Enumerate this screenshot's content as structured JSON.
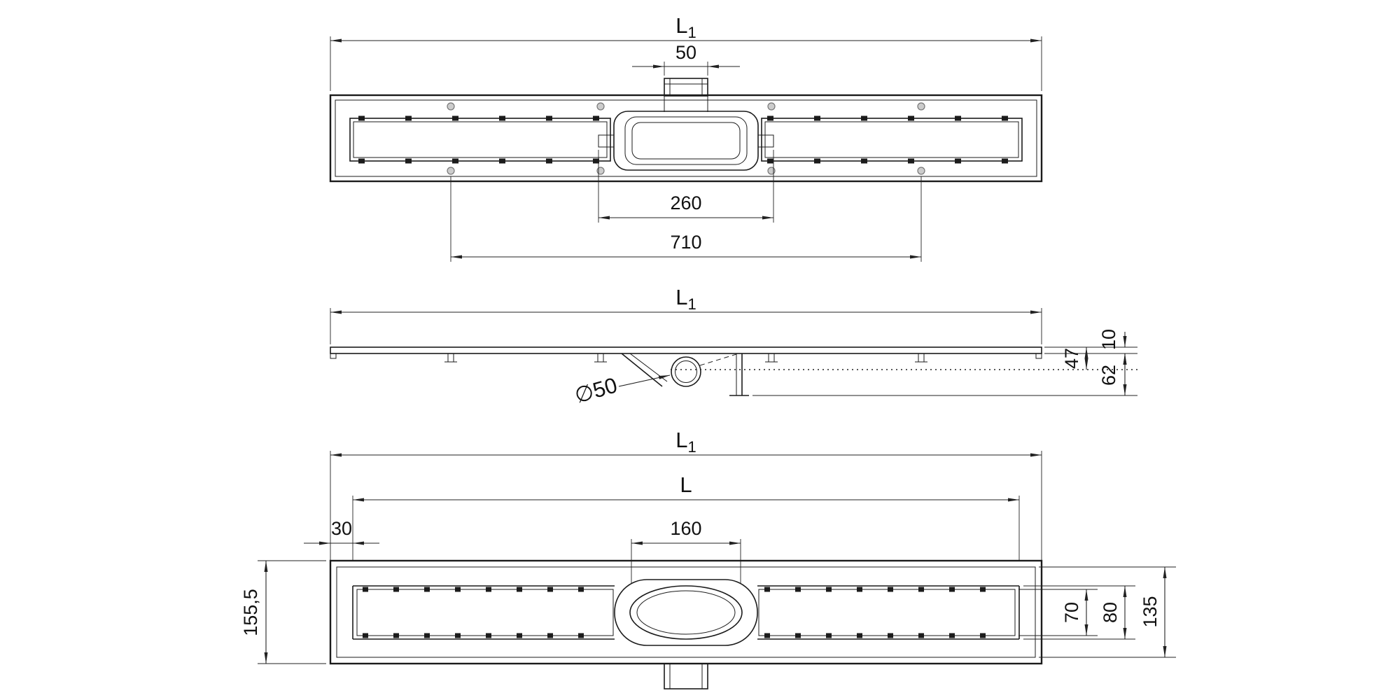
{
  "views": {
    "top": {
      "dim_l1": {
        "base": "L",
        "sub": "1"
      },
      "dim_50": "50",
      "dim_260": "260",
      "dim_710": "710"
    },
    "side": {
      "dim_l1": {
        "base": "L",
        "sub": "1"
      },
      "dim_phi": "∅50",
      "dim_10": "10",
      "dim_47": "47",
      "dim_62": "62"
    },
    "bottom": {
      "dim_l1": {
        "base": "L",
        "sub": "1"
      },
      "dim_l": "L",
      "dim_30": "30",
      "dim_160": "160",
      "dim_155_5": "155,5",
      "dim_70": "70",
      "dim_80": "80",
      "dim_135": "135"
    }
  }
}
